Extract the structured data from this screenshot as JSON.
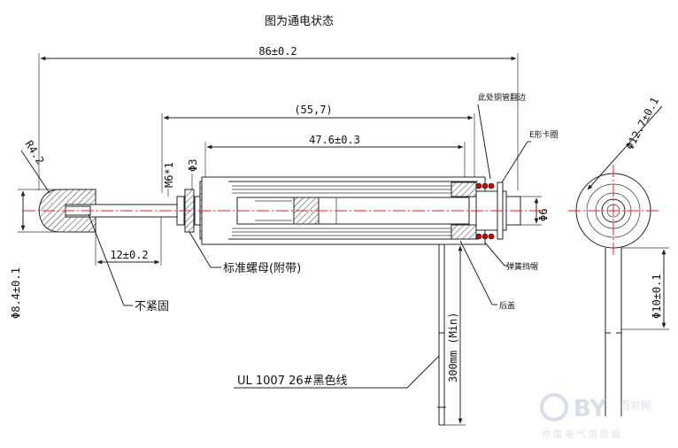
{
  "title": "图为通电状态",
  "dims": {
    "overall": "86±0.2",
    "paren": "(55,7)",
    "inner": "47.6±0.3",
    "thread": "M6*1",
    "phi3": "Φ3",
    "phi6": "Φ6",
    "r": "R4.2",
    "d84": "Φ8.4±0.1",
    "d12": "12±0.2",
    "phi127": "Φ12.7±0.1",
    "phi10": "Φ10±0.1",
    "lead": "300mm (Min)"
  },
  "labels": {
    "copper": "此处铜管翻边",
    "eclip": "E形卡圈",
    "spring": "弹簧挡帽",
    "rear": "后盖",
    "nut": "标准螺母(附带)",
    "loose": "不紧固",
    "wire": "UL 1007 26#黑色线"
  },
  "watermark": {
    "brand": "BY",
    "brand_suffix": "百方网",
    "tagline": "中 国 电 气 供 应 商"
  },
  "colors": {
    "centerline": "#e02020",
    "line": "#222222",
    "watermark": "#b8c4d4"
  }
}
